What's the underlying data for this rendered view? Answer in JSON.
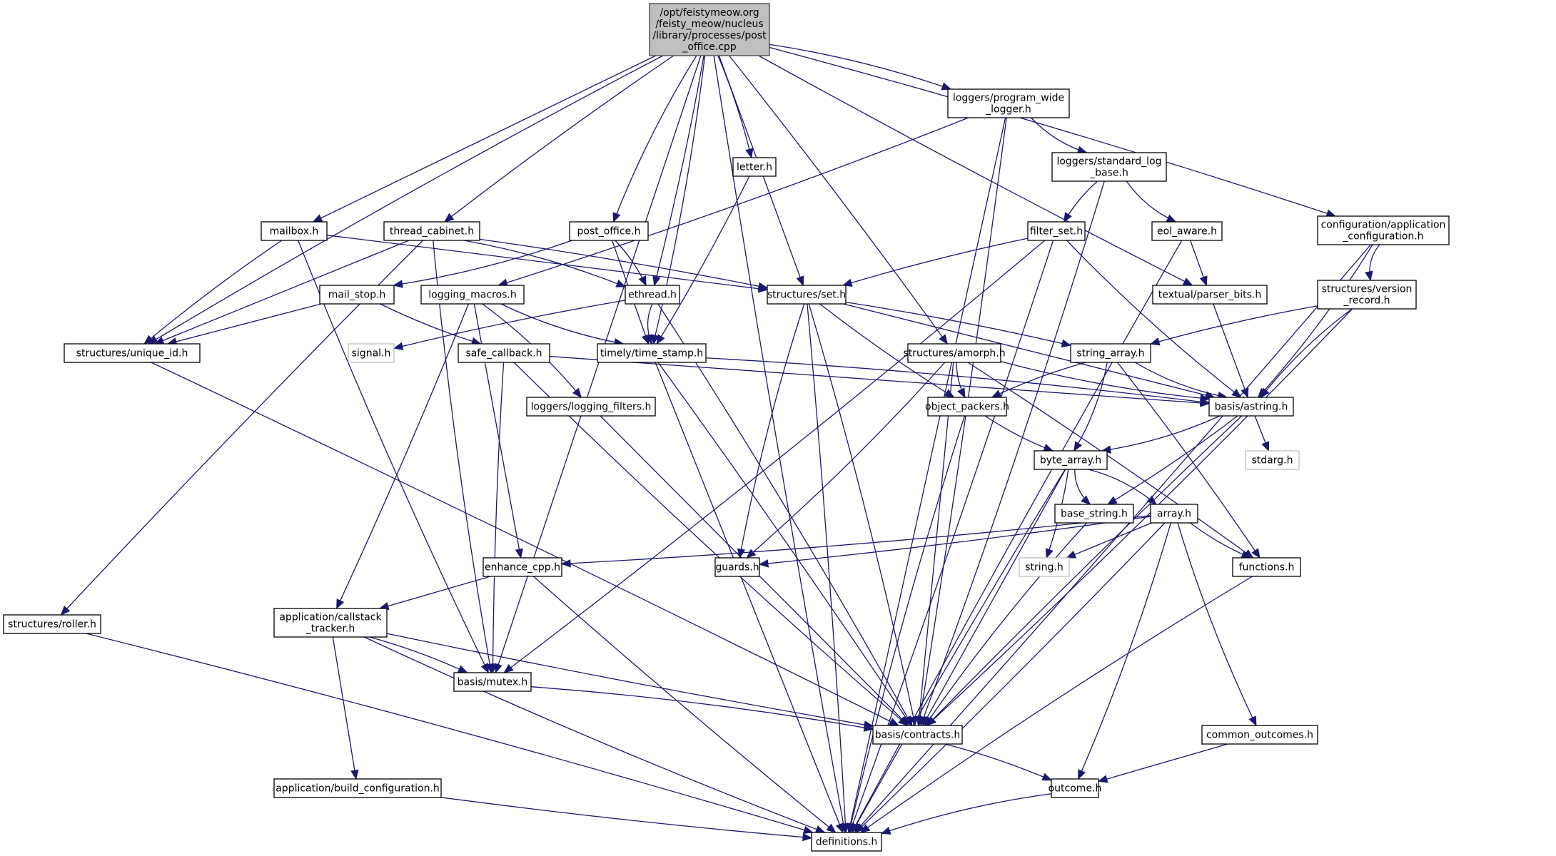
{
  "title": "Include dependency graph for post_office.cpp",
  "colors": {
    "edge": "#191970",
    "root_fill": "#bfbfbf",
    "system_border": "#bfbfbf"
  },
  "nodes": [
    {
      "id": "root",
      "lines": [
        "/opt/feistymeow.org",
        "/feisty_meow/nucleus",
        "/library/processes/post",
        "_office.cpp"
      ],
      "kind": "root"
    },
    {
      "id": "program_wide_logger",
      "lines": [
        "loggers/program_wide",
        "_logger.h"
      ]
    },
    {
      "id": "letter",
      "lines": [
        "letter.h"
      ]
    },
    {
      "id": "standard_log_base",
      "lines": [
        "loggers/standard_log",
        "_base.h"
      ]
    },
    {
      "id": "mailbox",
      "lines": [
        "mailbox.h"
      ]
    },
    {
      "id": "thread_cabinet",
      "lines": [
        "thread_cabinet.h"
      ]
    },
    {
      "id": "post_office_h",
      "lines": [
        "post_office.h"
      ]
    },
    {
      "id": "filter_set",
      "lines": [
        "filter_set.h"
      ]
    },
    {
      "id": "eol_aware",
      "lines": [
        "eol_aware.h"
      ]
    },
    {
      "id": "app_config",
      "lines": [
        "configuration/application",
        "_configuration.h"
      ]
    },
    {
      "id": "mail_stop",
      "lines": [
        "mail_stop.h"
      ]
    },
    {
      "id": "logging_macros",
      "lines": [
        "logging_macros.h"
      ]
    },
    {
      "id": "ethread",
      "lines": [
        "ethread.h"
      ]
    },
    {
      "id": "set",
      "lines": [
        "structures/set.h"
      ]
    },
    {
      "id": "parser_bits",
      "lines": [
        "textual/parser_bits.h"
      ]
    },
    {
      "id": "version_record",
      "lines": [
        "structures/version",
        "_record.h"
      ]
    },
    {
      "id": "unique_id",
      "lines": [
        "structures/unique_id.h"
      ]
    },
    {
      "id": "signal",
      "lines": [
        "signal.h"
      ],
      "kind": "system"
    },
    {
      "id": "safe_callback",
      "lines": [
        "safe_callback.h"
      ]
    },
    {
      "id": "time_stamp",
      "lines": [
        "timely/time_stamp.h"
      ]
    },
    {
      "id": "amorph",
      "lines": [
        "structures/amorph.h"
      ]
    },
    {
      "id": "string_array",
      "lines": [
        "string_array.h"
      ]
    },
    {
      "id": "logging_filters",
      "lines": [
        "loggers/logging_filters.h"
      ]
    },
    {
      "id": "object_packers",
      "lines": [
        "object_packers.h"
      ]
    },
    {
      "id": "astring",
      "lines": [
        "basis/astring.h"
      ]
    },
    {
      "id": "byte_array",
      "lines": [
        "byte_array.h"
      ]
    },
    {
      "id": "stdarg",
      "lines": [
        "stdarg.h"
      ],
      "kind": "system"
    },
    {
      "id": "base_string",
      "lines": [
        "base_string.h"
      ]
    },
    {
      "id": "array",
      "lines": [
        "array.h"
      ]
    },
    {
      "id": "enhance_cpp",
      "lines": [
        "enhance_cpp.h"
      ]
    },
    {
      "id": "guards",
      "lines": [
        "guards.h"
      ]
    },
    {
      "id": "string_h",
      "lines": [
        "string.h"
      ],
      "kind": "system"
    },
    {
      "id": "functions",
      "lines": [
        "functions.h"
      ]
    },
    {
      "id": "roller",
      "lines": [
        "structures/roller.h"
      ]
    },
    {
      "id": "callstack_tracker",
      "lines": [
        "application/callstack",
        "_tracker.h"
      ]
    },
    {
      "id": "mutex",
      "lines": [
        "basis/mutex.h"
      ]
    },
    {
      "id": "contracts",
      "lines": [
        "basis/contracts.h"
      ]
    },
    {
      "id": "common_outcomes",
      "lines": [
        "common_outcomes.h"
      ]
    },
    {
      "id": "build_configuration",
      "lines": [
        "application/build_configuration.h"
      ]
    },
    {
      "id": "outcome",
      "lines": [
        "outcome.h"
      ]
    },
    {
      "id": "definitions",
      "lines": [
        "definitions.h"
      ]
    }
  ],
  "edges": [
    [
      "root",
      "program_wide_logger"
    ],
    [
      "root",
      "letter"
    ],
    [
      "root",
      "mailbox"
    ],
    [
      "root",
      "thread_cabinet"
    ],
    [
      "root",
      "post_office_h"
    ],
    [
      "root",
      "app_config"
    ],
    [
      "root",
      "ethread"
    ],
    [
      "root",
      "set"
    ],
    [
      "root",
      "parser_bits"
    ],
    [
      "root",
      "unique_id"
    ],
    [
      "root",
      "time_stamp"
    ],
    [
      "root",
      "amorph"
    ],
    [
      "root",
      "mutex"
    ],
    [
      "root",
      "definitions"
    ],
    [
      "program_wide_logger",
      "standard_log_base"
    ],
    [
      "program_wide_logger",
      "logging_macros"
    ],
    [
      "program_wide_logger",
      "contracts"
    ],
    [
      "program_wide_logger",
      "definitions"
    ],
    [
      "standard_log_base",
      "filter_set"
    ],
    [
      "standard_log_base",
      "eol_aware"
    ],
    [
      "standard_log_base",
      "contracts"
    ],
    [
      "letter",
      "time_stamp"
    ],
    [
      "mailbox",
      "set"
    ],
    [
      "mailbox",
      "unique_id"
    ],
    [
      "mailbox",
      "mutex"
    ],
    [
      "thread_cabinet",
      "ethread"
    ],
    [
      "thread_cabinet",
      "set"
    ],
    [
      "thread_cabinet",
      "unique_id"
    ],
    [
      "thread_cabinet",
      "roller"
    ],
    [
      "thread_cabinet",
      "mutex"
    ],
    [
      "post_office_h",
      "mail_stop"
    ],
    [
      "post_office_h",
      "ethread"
    ],
    [
      "post_office_h",
      "time_stamp"
    ],
    [
      "filter_set",
      "set"
    ],
    [
      "filter_set",
      "astring"
    ],
    [
      "filter_set",
      "mutex"
    ],
    [
      "filter_set",
      "definitions"
    ],
    [
      "eol_aware",
      "parser_bits"
    ],
    [
      "eol_aware",
      "definitions"
    ],
    [
      "app_config",
      "version_record"
    ],
    [
      "app_config",
      "astring"
    ],
    [
      "app_config",
      "definitions"
    ],
    [
      "mail_stop",
      "unique_id"
    ],
    [
      "mail_stop",
      "safe_callback"
    ],
    [
      "logging_macros",
      "time_stamp"
    ],
    [
      "logging_macros",
      "logging_filters"
    ],
    [
      "logging_macros",
      "callstack_tracker"
    ],
    [
      "logging_macros",
      "enhance_cpp"
    ],
    [
      "ethread",
      "signal"
    ],
    [
      "ethread",
      "time_stamp"
    ],
    [
      "ethread",
      "contracts"
    ],
    [
      "set",
      "string_array"
    ],
    [
      "set",
      "astring"
    ],
    [
      "set",
      "object_packers"
    ],
    [
      "set",
      "guards"
    ],
    [
      "set",
      "contracts"
    ],
    [
      "set",
      "definitions"
    ],
    [
      "parser_bits",
      "astring"
    ],
    [
      "version_record",
      "string_array"
    ],
    [
      "version_record",
      "astring"
    ],
    [
      "version_record",
      "contracts"
    ],
    [
      "unique_id",
      "contracts"
    ],
    [
      "safe_callback",
      "astring"
    ],
    [
      "safe_callback",
      "mutex"
    ],
    [
      "safe_callback",
      "contracts"
    ],
    [
      "time_stamp",
      "astring"
    ],
    [
      "time_stamp",
      "contracts"
    ],
    [
      "time_stamp",
      "definitions"
    ],
    [
      "amorph",
      "object_packers"
    ],
    [
      "amorph",
      "astring"
    ],
    [
      "amorph",
      "guards"
    ],
    [
      "amorph",
      "functions"
    ],
    [
      "amorph",
      "contracts"
    ],
    [
      "string_array",
      "object_packers"
    ],
    [
      "string_array",
      "astring"
    ],
    [
      "string_array",
      "byte_array"
    ],
    [
      "string_array",
      "functions"
    ],
    [
      "logging_filters",
      "contracts"
    ],
    [
      "object_packers",
      "byte_array"
    ],
    [
      "object_packers",
      "definitions"
    ],
    [
      "astring",
      "byte_array"
    ],
    [
      "astring",
      "base_string"
    ],
    [
      "astring",
      "stdarg"
    ],
    [
      "astring",
      "contracts"
    ],
    [
      "byte_array",
      "base_string"
    ],
    [
      "byte_array",
      "array"
    ],
    [
      "byte_array",
      "string_h"
    ],
    [
      "byte_array",
      "contracts"
    ],
    [
      "byte_array",
      "definitions"
    ],
    [
      "base_string",
      "contracts"
    ],
    [
      "array",
      "enhance_cpp"
    ],
    [
      "array",
      "guards"
    ],
    [
      "array",
      "string_h"
    ],
    [
      "array",
      "functions"
    ],
    [
      "array",
      "common_outcomes"
    ],
    [
      "array",
      "outcome"
    ],
    [
      "array",
      "definitions"
    ],
    [
      "enhance_cpp",
      "callstack_tracker"
    ],
    [
      "enhance_cpp",
      "definitions"
    ],
    [
      "functions",
      "definitions"
    ],
    [
      "roller",
      "definitions"
    ],
    [
      "callstack_tracker",
      "mutex"
    ],
    [
      "callstack_tracker",
      "build_configuration"
    ],
    [
      "callstack_tracker",
      "contracts"
    ],
    [
      "callstack_tracker",
      "definitions"
    ],
    [
      "mutex",
      "contracts"
    ],
    [
      "contracts",
      "outcome"
    ],
    [
      "common_outcomes",
      "outcome"
    ],
    [
      "build_configuration",
      "definitions"
    ],
    [
      "outcome",
      "definitions"
    ]
  ]
}
